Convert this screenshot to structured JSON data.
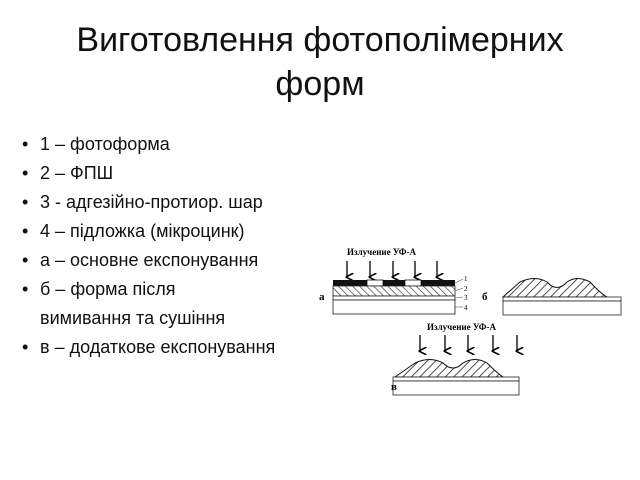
{
  "slide": {
    "title_line1": "Виготовлення фотополімерних",
    "title_line2": "форм",
    "bullets": [
      {
        "text": "1 – фотоформа",
        "bullet": "•"
      },
      {
        "text": "2 – ФПШ",
        "bullet": "•"
      },
      {
        "text": "3 - адгезійно-протиор. шар",
        "bullet": "•"
      },
      {
        "text": "4 – підложка (мікроцинк)",
        "bullet": "•"
      },
      {
        "text": "а – основне експонування",
        "bullet": "•"
      },
      {
        "text": "б – форма після",
        "bullet": "•"
      },
      {
        "text": "вимивання  та сушіння",
        "bullet": ""
      },
      {
        "text": "в – додаткове експонування",
        "bullet": "•"
      }
    ]
  },
  "figure": {
    "uv_label_a": "Излучение УФ-А",
    "uv_label_b": "Излучение УФ-А",
    "label_a": "а",
    "label_b": "б",
    "label_v": "в",
    "layer_nums": [
      "1",
      "2",
      "3",
      "4"
    ]
  }
}
